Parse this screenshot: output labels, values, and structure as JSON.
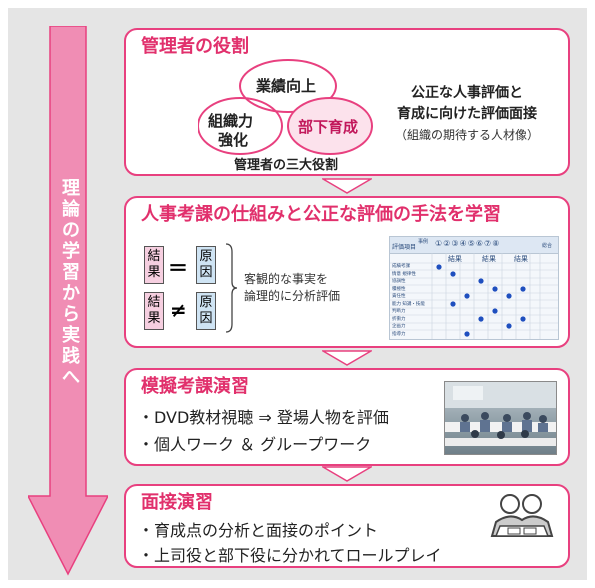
{
  "side_arrow": {
    "text": [
      "理",
      "論",
      "の",
      "学",
      "習",
      "か",
      "ら",
      "実",
      "践",
      "へ"
    ]
  },
  "colors": {
    "accent": "#e1306c",
    "arrow": "#f08db4",
    "panel_bg": "#e5e5e5"
  },
  "card1": {
    "title": "管理者の役割",
    "venn": {
      "top": "業績向上",
      "left_line1": "組織力",
      "left_line2": "強化",
      "right": "部下育成"
    },
    "caption": "管理者の三大役割",
    "right_line1": "公正な人事評価と",
    "right_line2": "育成に向けた評価面接",
    "right_note": "（組織の期待する人材像）"
  },
  "card2": {
    "title": "人事考課の仕組みと公正な評価の手法を学習",
    "eq1": {
      "left": "結果",
      "op": "＝",
      "right": "原因"
    },
    "eq2": {
      "left": "結果",
      "op": "≠",
      "right": "原因"
    },
    "note_line1": "客観的な事実を",
    "note_line2": "論理的に分析評価",
    "sheet": {
      "header_left": "評価項目",
      "header_mid": "事例",
      "numbers": [
        "①",
        "②",
        "③",
        "④",
        "⑤",
        "⑥",
        "⑦",
        "⑧"
      ],
      "header_total": "総合",
      "group_labels": [
        "結果",
        "結果",
        "結果"
      ],
      "rows": [
        "成績考課",
        "情意 規律性",
        "協調性",
        "積極性",
        "責任性",
        "能力 知識・技能",
        "判断力",
        "折衝力",
        "企画力",
        "指導力"
      ]
    }
  },
  "card3": {
    "title": "模擬考課演習",
    "bullet1": "・DVD教材視聴 ⇒ 登場人物を評価",
    "bullet2": "・個人ワーク ＆ グループワーク"
  },
  "card4": {
    "title": "面接演習",
    "bullet1": "・育成点の分析と面接のポイント",
    "bullet2": "・上司役と部下役に分かれてロールプレイ"
  }
}
